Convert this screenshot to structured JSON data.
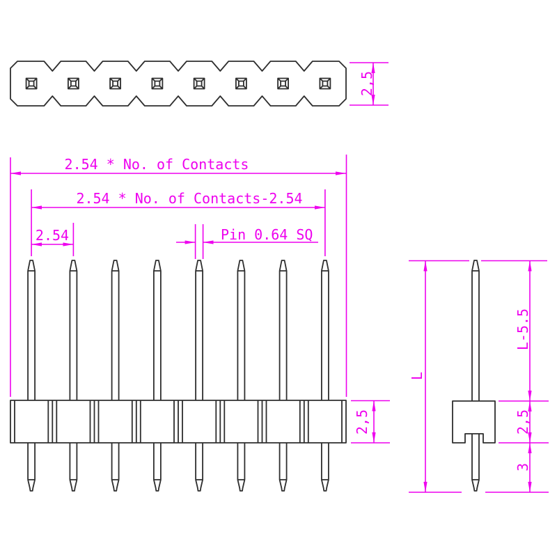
{
  "colors": {
    "outline": "#2e2e2e",
    "dimension": "#ee00ee",
    "background": "#ffffff"
  },
  "views": {
    "top": {
      "pin_count": 8,
      "dims": {
        "body_height": "2,5"
      }
    },
    "front": {
      "pin_count": 8,
      "dims": {
        "total_width": "2.54 * No. of Contacts",
        "contact_span": "2.54 * No. of Contacts-2.54",
        "pitch": "2.54",
        "pin_size": "Pin 0.64 SQ",
        "body_height": "2,5"
      }
    },
    "side": {
      "dims": {
        "overall_length": "L",
        "upper_pin_length": "L-5.5",
        "body_height": "2,5",
        "tail_length": "3"
      }
    }
  }
}
